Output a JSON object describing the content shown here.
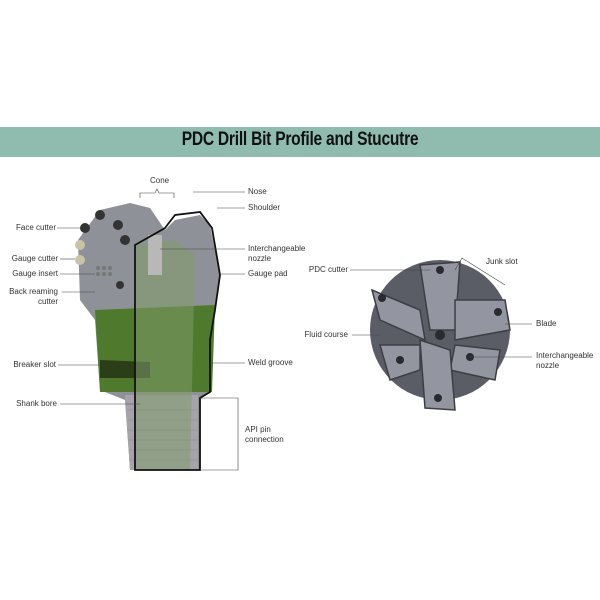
{
  "title": "PDC Drill Bit Profile and Stucutre",
  "colors": {
    "banner": "#8fbcae",
    "body_green": "#4f7a2e",
    "steel": "#9a9aa2"
  },
  "profile_labels": {
    "cone": "Cone",
    "nose": "Nose",
    "shoulder": "Shoulder",
    "face_cutter": "Face cutter",
    "interchangeable_nozzle_1": "Interchangeable",
    "interchangeable_nozzle_2": "nozzle",
    "gauge_cutter": "Gauge cutter",
    "gauge_insert": "Gauge insert",
    "gauge_pad": "Gauge pad",
    "back_reaming_1": "Back reaming",
    "back_reaming_2": "cutter",
    "breaker_slot": "Breaker slot",
    "weld_groove": "Weld groove",
    "shank_bore": "Shank bore",
    "api_pin_1": "API pin",
    "api_pin_2": "connection"
  },
  "face_labels": {
    "pdc_cutter": "PDC cutter",
    "junk_slot": "Junk slot",
    "blade": "Blade",
    "fluid_course": "Fluid course",
    "nozzle_1": "Interchangeable",
    "nozzle_2": "nozzle"
  }
}
